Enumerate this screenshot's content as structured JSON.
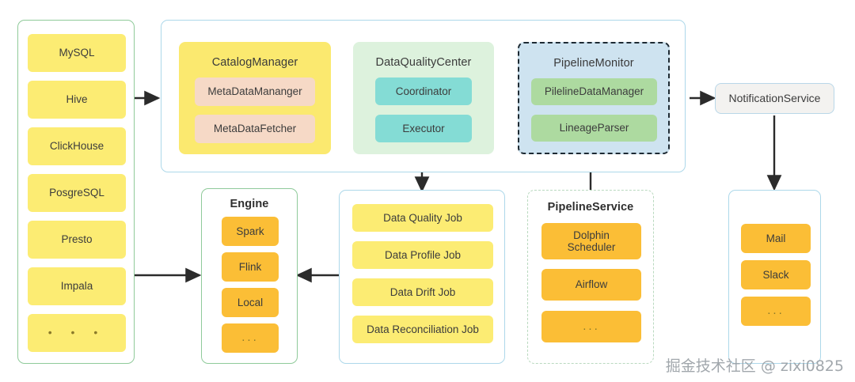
{
  "diagram": {
    "watermark": "掘金技术社区 @ zixi0825",
    "colors": {
      "yellow_chip": "#fcec73",
      "yellow_group": "#fbe96f",
      "peach_chip": "#f6d9c6",
      "green_group": "#ddf2dd",
      "teal_chip": "#84dcd5",
      "blue_group": "#cee3f0",
      "light_green_chip": "#addaa0",
      "orange_chip": "#fbbe36",
      "panel_green_border": "#8fca9a",
      "panel_blue_border": "#add8ea",
      "arrow": "#2b2b2b"
    },
    "datasources_panel": {
      "name": "datasources",
      "items": [
        {
          "label": "MySQL"
        },
        {
          "label": "Hive"
        },
        {
          "label": "ClickHouse"
        },
        {
          "label": "PosgreSQL"
        },
        {
          "label": "Presto"
        },
        {
          "label": "Impala"
        },
        {
          "label": "• • •"
        }
      ]
    },
    "core_panel": {
      "groups": [
        {
          "title": "CatalogManager",
          "items": [
            {
              "label": "MetaDataMananger"
            },
            {
              "label": "MetaDataFetcher"
            }
          ]
        },
        {
          "title": "DataQualityCenter",
          "items": [
            {
              "label": "Coordinator"
            },
            {
              "label": "Executor"
            }
          ]
        },
        {
          "title": "PipelineMonitor",
          "items": [
            {
              "label": "PilelineDataManager"
            },
            {
              "label": "LineageParser"
            }
          ]
        }
      ]
    },
    "engine_panel": {
      "title": "Engine",
      "items": [
        {
          "label": "Spark"
        },
        {
          "label": "Flink"
        },
        {
          "label": "Local"
        },
        {
          "label": "..."
        }
      ]
    },
    "jobs_panel": {
      "items": [
        {
          "label": "Data Quality Job"
        },
        {
          "label": "Data Profile Job"
        },
        {
          "label": "Data Drift Job"
        },
        {
          "label": "Data Reconciliation Job"
        }
      ]
    },
    "pipeline_service_panel": {
      "title": "PipelineService",
      "items": [
        {
          "label": "Dolphin\nScheduler"
        },
        {
          "label": "Airflow"
        },
        {
          "label": "..."
        }
      ]
    },
    "notification_service": {
      "label": "NotificationService"
    },
    "notification_channels_panel": {
      "items": [
        {
          "label": "Mail"
        },
        {
          "label": "Slack"
        },
        {
          "label": "..."
        }
      ]
    }
  }
}
